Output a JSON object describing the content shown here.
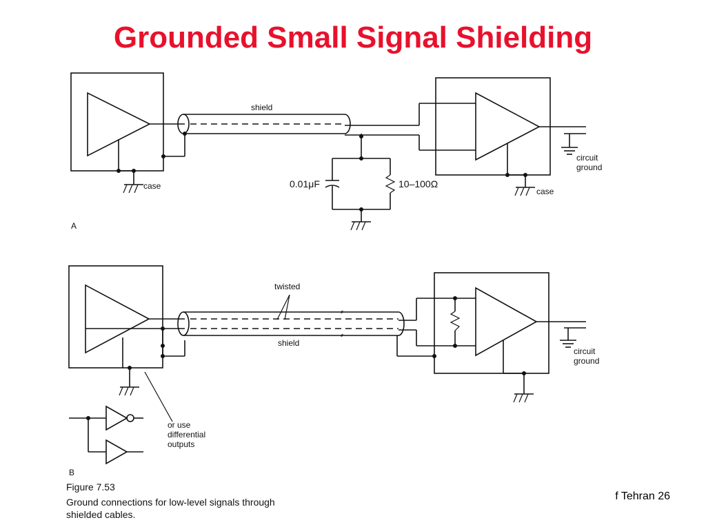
{
  "slide": {
    "title": "Grounded Small Signal Shielding",
    "footer": "f Tehran 26"
  },
  "diagram_a": {
    "label": "A",
    "shield": "shield",
    "capacitor": "0.01μF",
    "resistor": "10–100Ω",
    "case_left": "case",
    "case_right": "case",
    "circuit_ground_line1": "circuit",
    "circuit_ground_line2": "ground"
  },
  "diagram_b": {
    "label": "B",
    "twisted": "twisted",
    "shield": "shield",
    "circuit_ground_line1": "circuit",
    "circuit_ground_line2": "ground",
    "note_line1": "or use",
    "note_line2": "differential",
    "note_line3": "outputs"
  },
  "figure": {
    "number": "Figure 7.53",
    "caption_line1": "Ground connections for low-level signals through",
    "caption_line2": "shielded cables."
  }
}
